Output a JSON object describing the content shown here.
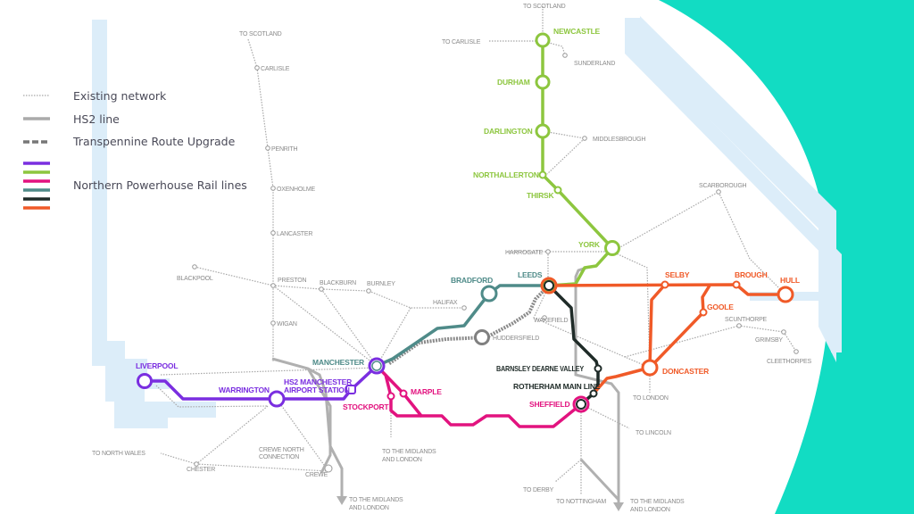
{
  "legend": {
    "existing": "Existing network",
    "hs2": "HS2 line",
    "tru": "Transpennine Route Upgrade",
    "npr": "Northern Powerhouse Rail lines"
  },
  "colors": {
    "purple": "#7a2ee0",
    "green": "#8dc63f",
    "pink": "#e2137f",
    "teal": "#4f8b89",
    "dark": "#1f2b28",
    "orange": "#f05a28",
    "hs2": "#b0b0b0",
    "water": "#dcedf9",
    "background_accent": "#12dcc3"
  },
  "stations": {
    "newcastle": "NEWCASTLE",
    "durham": "DURHAM",
    "darlington": "DARLINGTON",
    "northallerton": "NORTHALLERTON",
    "thirsk": "THIRSK",
    "york": "YORK",
    "leeds": "LEEDS",
    "bradford": "BRADFORD",
    "manchester": "MANCHESTER",
    "liverpool": "LIVERPOOL",
    "warrington": "WARRINGTON",
    "hs2_airport_1": "HS2 MANCHESTER",
    "hs2_airport_2": "AIRPORT STATION",
    "stockport": "STOCKPORT",
    "marple": "MARPLE",
    "sheffield": "SHEFFIELD",
    "barnsley": "BARNSLEY DEARNE VALLEY",
    "rotherham": "ROTHERHAM MAIN LINE",
    "doncaster": "DONCASTER",
    "selby": "SELBY",
    "brough": "BROUGH",
    "goole": "GOOLE",
    "hull": "HULL"
  },
  "places": {
    "to_scotland_w": "TO SCOTLAND",
    "carlisle": "CARLISLE",
    "penrith": "PENRITH",
    "oxenholme": "OXENHOLME",
    "lancaster": "LANCASTER",
    "blackpool": "BLACKPOOL",
    "preston": "PRESTON",
    "blackburn": "BLACKBURN",
    "burnley": "BURNLEY",
    "wigan": "WIGAN",
    "halifax": "HALIFAX",
    "crewe_north_1": "CREWE NORTH",
    "crewe_north_2": "CONNECTION",
    "crewe": "CREWE",
    "chester": "CHESTER",
    "to_north_wales": "TO NORTH WALES",
    "to_midlands_1": "TO THE MIDLANDS",
    "to_midlands_2": "AND LONDON",
    "harrogate": "HARROGATE",
    "wakefield": "WAKEFIELD",
    "huddersfield": "HUDDERSFIELD",
    "to_scotland_e": "TO SCOTLAND",
    "to_carlisle": "TO CARLISLE",
    "sunderland": "SUNDERLAND",
    "middlesbrough": "MIDDLESBROUGH",
    "scarborough": "SCARBOROUGH",
    "scunthorpe": "SCUNTHORPE",
    "grimsby": "GRIMSBY",
    "cleethorpes": "CLEETHORPES",
    "to_london": "TO LONDON",
    "to_lincoln": "TO LINCOLN",
    "to_derby": "TO DERBY",
    "to_nottingham": "TO NOTTINGHAM"
  }
}
